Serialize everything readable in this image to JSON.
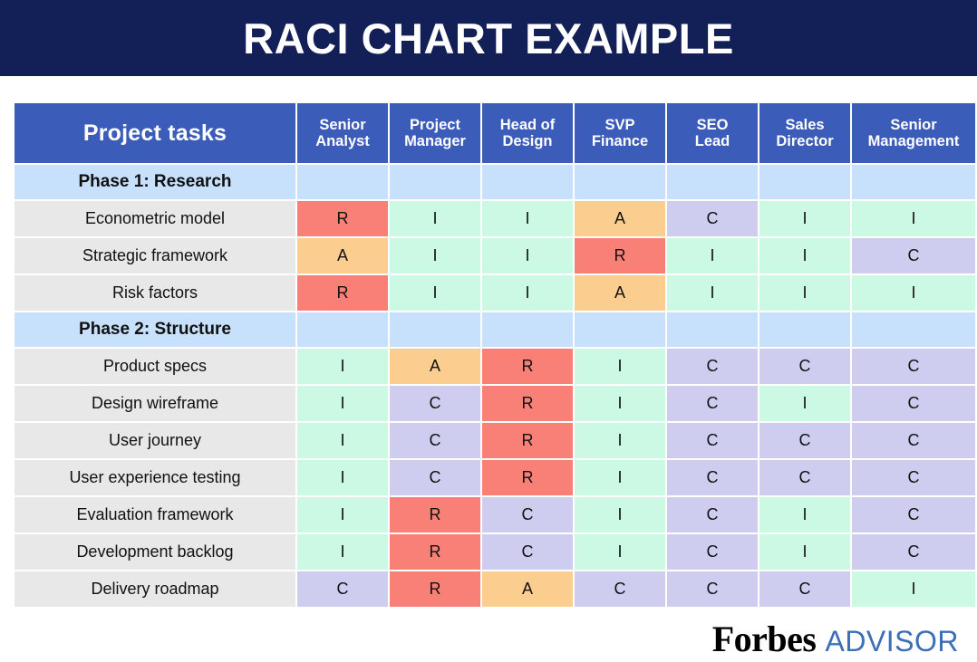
{
  "title": "RACI CHART EXAMPLE",
  "colors": {
    "banner": "#122057",
    "header": "#3b5cb8",
    "phase_row": "#c7e0fb",
    "task_cell": "#e8e8e8",
    "responsible": "#f98077",
    "accountable": "#fbce8f",
    "consulted": "#ceccef",
    "informed": "#ccf9e3",
    "advisor_blue": "#3c6fb5"
  },
  "table": {
    "task_column_header": "Project tasks",
    "role_columns": [
      {
        "line1": "Senior",
        "line2": "Analyst"
      },
      {
        "line1": "Project",
        "line2": "Manager"
      },
      {
        "line1": "Head of",
        "line2": "Design"
      },
      {
        "line1": "SVP",
        "line2": "Finance"
      },
      {
        "line1": "SEO",
        "line2": "Lead"
      },
      {
        "line1": "Sales",
        "line2": "Director"
      },
      {
        "line1": "Senior",
        "line2": "Management"
      }
    ],
    "rows": [
      {
        "type": "phase",
        "label": "Phase 1: Research",
        "values": [
          "",
          "",
          "",
          "",
          "",
          "",
          ""
        ]
      },
      {
        "type": "task",
        "label": "Econometric model",
        "values": [
          "R",
          "I",
          "I",
          "A",
          "C",
          "I",
          "I"
        ]
      },
      {
        "type": "task",
        "label": "Strategic framework",
        "values": [
          "A",
          "I",
          "I",
          "R",
          "I",
          "I",
          "C"
        ]
      },
      {
        "type": "task",
        "label": "Risk factors",
        "values": [
          "R",
          "I",
          "I",
          "A",
          "I",
          "I",
          "I"
        ]
      },
      {
        "type": "phase",
        "label": "Phase 2: Structure",
        "values": [
          "",
          "",
          "",
          "",
          "",
          "",
          ""
        ]
      },
      {
        "type": "task",
        "label": "Product specs",
        "values": [
          "I",
          "A",
          "R",
          "I",
          "C",
          "C",
          "C"
        ]
      },
      {
        "type": "task",
        "label": "Design wireframe",
        "values": [
          "I",
          "C",
          "R",
          "I",
          "C",
          "I",
          "C"
        ]
      },
      {
        "type": "task",
        "label": "User journey",
        "values": [
          "I",
          "C",
          "R",
          "I",
          "C",
          "C",
          "C"
        ]
      },
      {
        "type": "task",
        "label": "User experience testing",
        "values": [
          "I",
          "C",
          "R",
          "I",
          "C",
          "C",
          "C"
        ]
      },
      {
        "type": "task",
        "label": "Evaluation framework",
        "values": [
          "I",
          "R",
          "C",
          "I",
          "C",
          "I",
          "C"
        ]
      },
      {
        "type": "task",
        "label": "Development backlog",
        "values": [
          "I",
          "R",
          "C",
          "I",
          "C",
          "I",
          "C"
        ]
      },
      {
        "type": "task",
        "label": "Delivery roadmap",
        "values": [
          "C",
          "R",
          "A",
          "C",
          "C",
          "C",
          "I"
        ]
      }
    ]
  },
  "footer": {
    "brand_primary": "Forbes",
    "brand_secondary": "ADVISOR"
  }
}
